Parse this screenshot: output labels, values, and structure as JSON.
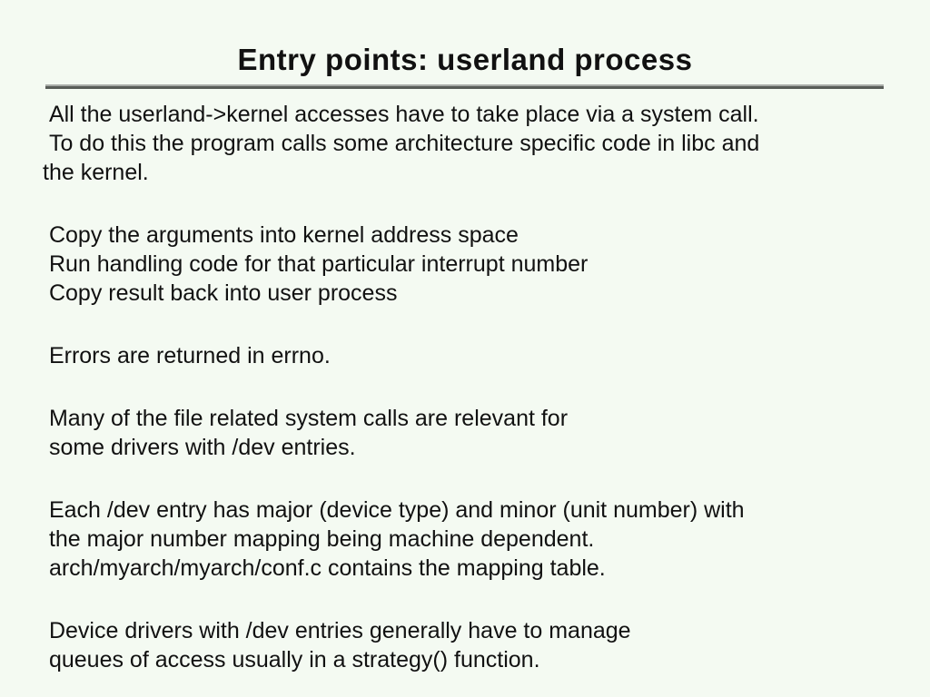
{
  "slide": {
    "title": "Entry points: userland process",
    "paragraphs": [
      {
        "text": " All the userland->kernel accesses have to take place via a system call.\n To do this the program calls some architecture specific code in libc and\nthe kernel."
      },
      {
        "text": " Copy the arguments into kernel address space\n Run handling code for that particular interrupt number\n Copy result back into user process"
      },
      {
        "text": " Errors are returned in errno."
      },
      {
        "text": " Many of the file related system calls are relevant for\n some drivers with /dev entries."
      },
      {
        "text": " Each /dev entry has major (device type) and minor (unit number) with\n the major number mapping being machine dependent.\n arch/myarch/myarch/conf.c contains the mapping table."
      },
      {
        "text": " Device drivers with /dev entries generally have to manage\n queues of access usually in a strategy() function."
      }
    ],
    "colors": {
      "background": "#f4faf2",
      "text": "#111111",
      "rule_light": "#a7aba7",
      "rule_dark": "#585d58"
    }
  }
}
